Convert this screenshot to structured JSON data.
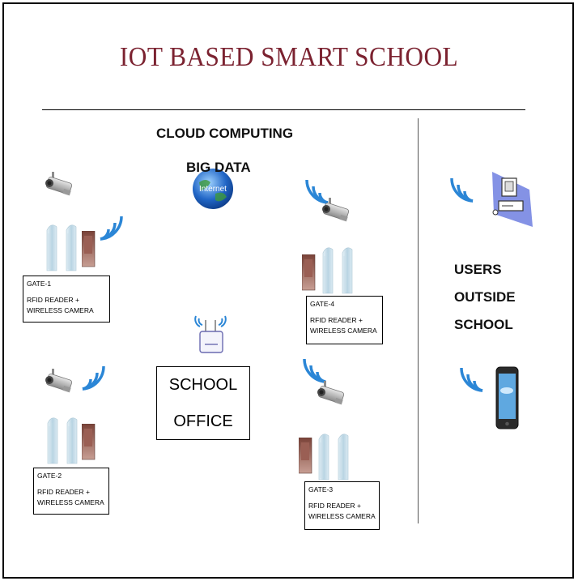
{
  "title": "IOT BASED SMART SCHOOL",
  "cloud": {
    "line1": "CLOUD COMPUTING",
    "line2": "BIG DATA",
    "globe_label": "Internet"
  },
  "gates": [
    {
      "id": "GATE-1",
      "desc1": "RFID READER +",
      "desc2": "WIRELESS CAMERA"
    },
    {
      "id": "GATE-2",
      "desc1": "RFID READER +",
      "desc2": "WIRELESS CAMERA"
    },
    {
      "id": "GATE-3",
      "desc1": "RFID READER +",
      "desc2": "WIRELESS CAMERA"
    },
    {
      "id": "GATE-4",
      "desc1": "RFID READER +",
      "desc2": "WIRELESS CAMERA"
    }
  ],
  "office": {
    "line1": "SCHOOL",
    "line2": "OFFICE"
  },
  "users": {
    "line1": "USERS",
    "line2": "OUTSIDE",
    "line3": "SCHOOL"
  },
  "icons": [
    "camera-icon",
    "gate-icon",
    "rfid-reader-icon",
    "wifi-signal-icon",
    "router-icon",
    "globe-icon",
    "computer-icon",
    "smartphone-icon"
  ]
}
